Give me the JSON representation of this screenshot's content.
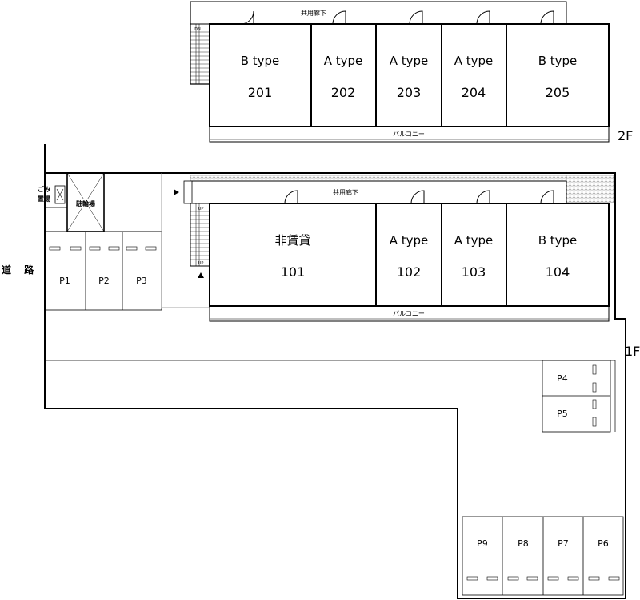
{
  "floors": {
    "second": {
      "label": "2F",
      "corridor_label": "共用廊下",
      "balcony_label": "バルコニー",
      "stair_label": "DN",
      "units": [
        {
          "type": "B type",
          "number": "201"
        },
        {
          "type": "A type",
          "number": "202"
        },
        {
          "type": "A type",
          "number": "203"
        },
        {
          "type": "A type",
          "number": "204"
        },
        {
          "type": "B type",
          "number": "205"
        }
      ]
    },
    "first": {
      "label": "1F",
      "corridor_label": "共用廊下",
      "balcony_label": "バルコニー",
      "stair_label_top": "UP",
      "stair_label_bottom": "UP",
      "units": [
        {
          "type": "非賃貸",
          "number": "101"
        },
        {
          "type": "A type",
          "number": "102"
        },
        {
          "type": "A type",
          "number": "103"
        },
        {
          "type": "B type",
          "number": "104"
        }
      ]
    }
  },
  "site": {
    "road_label": "道 路",
    "garbage_label": [
      "ごみ",
      "置場"
    ],
    "bike_parking_label": "駐輪場"
  },
  "parking": {
    "left_group": [
      "P1",
      "P2",
      "P3"
    ],
    "right_group": [
      "P4",
      "P5"
    ],
    "bottom_group": [
      "P9",
      "P8",
      "P7",
      "P6"
    ]
  }
}
